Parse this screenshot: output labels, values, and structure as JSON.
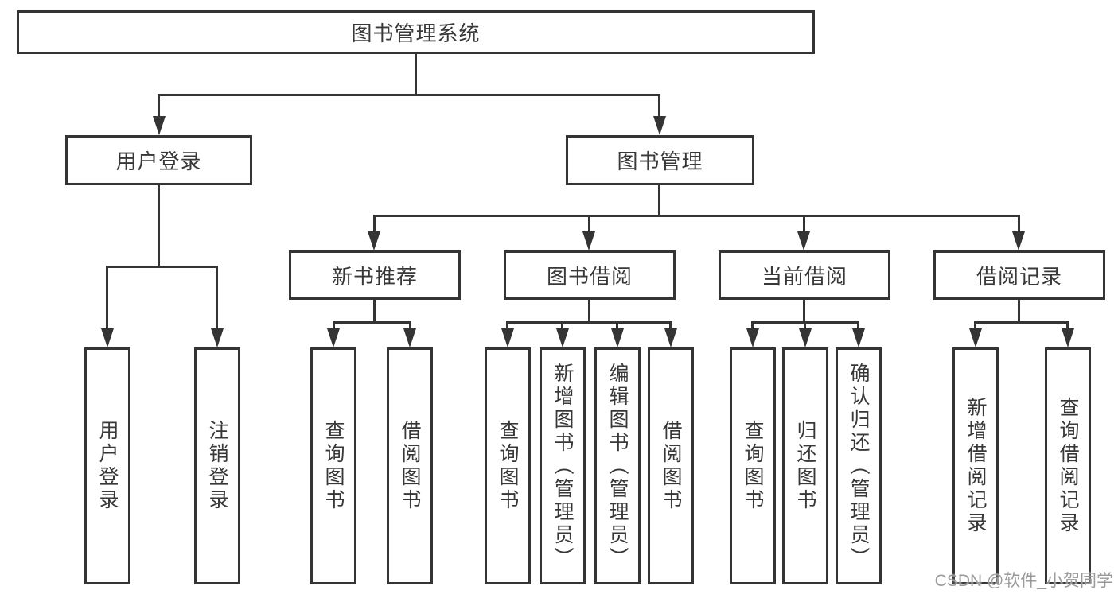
{
  "colors": {
    "background": "#ffffff",
    "line": "#343434",
    "box_border": "#343434",
    "text": "#383838",
    "watermark": "#9a9a9a"
  },
  "diagram": {
    "root": {
      "label": "图书管理系统"
    },
    "level2": [
      {
        "label": "用户登录"
      },
      {
        "label": "图书管理"
      }
    ],
    "level3": [
      {
        "label": "新书推荐"
      },
      {
        "label": "图书借阅"
      },
      {
        "label": "当前借阅"
      },
      {
        "label": "借阅记录"
      }
    ],
    "leaves": {
      "user_login": [
        "用户登录",
        "注销登录"
      ],
      "new_book_recommend": [
        "查询图书",
        "借阅图书"
      ],
      "book_borrow": [
        "查询图书",
        "新增图书（管理员）",
        "编辑图书（管理员）",
        "借阅图书"
      ],
      "current_borrow": [
        "查询图书",
        "归还图书",
        "确认归还（管理员）"
      ],
      "borrow_records": [
        "新增借阅记录",
        "查询借阅记录"
      ]
    }
  },
  "watermark": {
    "text": "CSDN @软件_小贺同学"
  }
}
